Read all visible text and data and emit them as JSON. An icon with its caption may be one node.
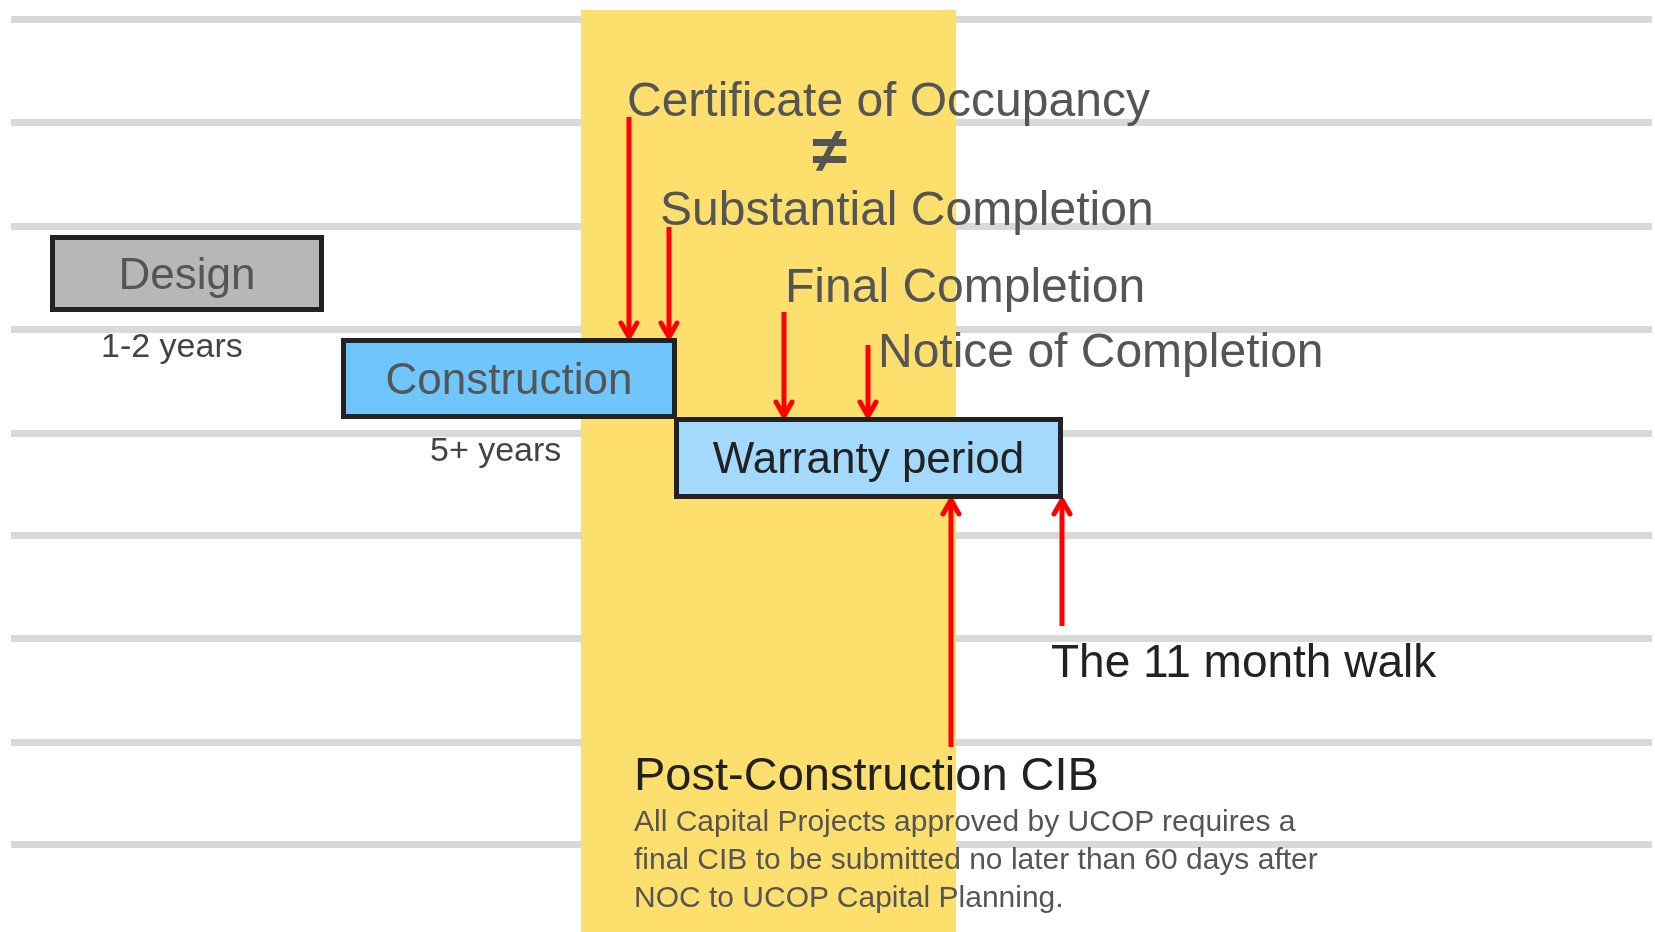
{
  "diagram": {
    "nodes": [
      {
        "text": [
          "Design"
        ],
        "beside": [
          "1-2 years"
        ]
      },
      {
        "text": [
          "Construction"
        ],
        "beside": [
          "5+ years"
        ]
      },
      {
        "text": [
          "Warranty period"
        ]
      },
      {
        "text": [
          "Certificate of Occupancy"
        ]
      },
      {
        "text": [
          "Substantial Completion"
        ]
      },
      {
        "text": [
          "Final Completion"
        ]
      },
      {
        "text": [
          "Notice of Completion"
        ]
      },
      {
        "text": [
          "The 11 month walk"
        ]
      },
      {
        "text": [
          "Post-Construction CIB",
          "All Capital Projects approved by UCOP requires a final CIB to be submitted no later than 60 days after NOC to UCOP Capital Planning."
        ]
      }
    ],
    "edges": [
      {
        "from": 3,
        "to": 1,
        "arrow": "to"
      },
      {
        "from": 4,
        "to": 1,
        "arrow": "to"
      },
      {
        "from": 5,
        "to": 2,
        "arrow": "to"
      },
      {
        "from": 6,
        "to": 2,
        "arrow": "to"
      },
      {
        "from": 8,
        "to": 2,
        "arrow": "to"
      },
      {
        "from": 7,
        "to": 2,
        "arrow": "to"
      }
    ],
    "labels": [
      "≠"
    ]
  }
}
